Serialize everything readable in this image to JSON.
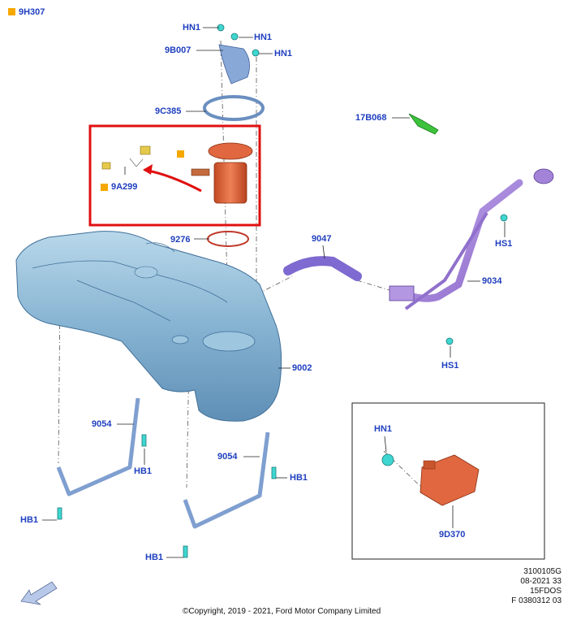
{
  "legend": {
    "code": "9H307",
    "marker_color": "#f5a800"
  },
  "callouts": {
    "hn1_top": "HN1",
    "hn1_mid": "HN1",
    "hn1_right": "HN1",
    "p9b007": "9B007",
    "p9c385": "9C385",
    "p17b068": "17B068",
    "p9a299": "9A299",
    "p9276": "9276",
    "p9047": "9047",
    "hs1_upper": "HS1",
    "p9034": "9034",
    "hs1_lower": "HS1",
    "p9002": "9002",
    "p9054_left": "9054",
    "hb1_left_upper": "HB1",
    "hb1_left_lower": "HB1",
    "p9054_right": "9054",
    "hb1_right": "HB1",
    "hb1_bottom": "HB1",
    "hn1_inset": "HN1",
    "p9d370": "9D370"
  },
  "drawing_ref": {
    "line1": "3100105G",
    "line2": "08-2021 33",
    "line3": "15FDOS",
    "line4": "F 0380312 03"
  },
  "copyright": "©Copyright, 2019 - 2021, Ford Motor Company Limited",
  "colors": {
    "label_blue": "#1f3fbf",
    "tank_blue": "#8ab8d6",
    "pump_orange": "#e0673f",
    "hose_purple": "#a98ad8",
    "bracket_blue": "#7f9fd0",
    "highlight_red": "#e01010",
    "fastener_cyan": "#3fd6d0",
    "vent_green": "#3cc23c"
  }
}
